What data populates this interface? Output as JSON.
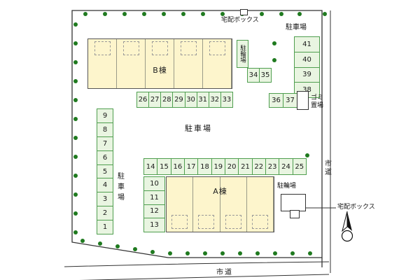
{
  "plan": {
    "buildings": {
      "b": "B棟",
      "a": "A棟"
    },
    "labels": {
      "delivery_box_top": "宅配ボックス",
      "parking_lot_top_right": "駐車場",
      "bicycle_parking_top": "駐輪場",
      "garbage_area": "ゴミ置場",
      "parking_lot_center": "駐車場",
      "parking_lot_left": "駐車場",
      "bicycle_parking_bottom": "駐輪場",
      "delivery_box_right": "宅配ボックス",
      "city_road_right": "市道",
      "city_road_bottom": "市道"
    },
    "parking": {
      "top_right_column": [
        "41",
        "40",
        "39",
        "38"
      ],
      "pair_34_35": [
        "34",
        "35"
      ],
      "pair_36_37": [
        "36",
        "37"
      ],
      "row_below_building_b": [
        "26",
        "27",
        "28",
        "29",
        "30",
        "31",
        "32",
        "33"
      ],
      "left_column": [
        "9",
        "8",
        "7",
        "6",
        "5",
        "4",
        "3",
        "2",
        "1"
      ],
      "center_row": [
        "14",
        "15",
        "16",
        "17",
        "18",
        "19",
        "20",
        "21",
        "22",
        "23",
        "24",
        "25"
      ],
      "left_of_building_a": [
        "10",
        "11",
        "12",
        "13"
      ]
    },
    "colors": {
      "parking_cell_fill": "#e9f5e1",
      "parking_cell_border": "#4f9e4f",
      "building_fill": "#fdf5cc",
      "outline": "#333333",
      "vegetation_dot": "#1f7a1f"
    }
  }
}
